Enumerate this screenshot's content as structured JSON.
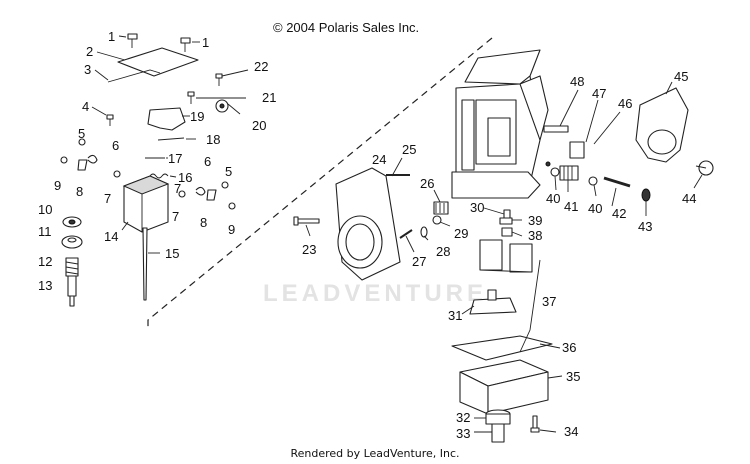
{
  "copyright": "© 2004 Polaris Sales Inc.",
  "footer": "Rendered by LeadVenture, Inc.",
  "watermark_text": "LEADVENTURE",
  "watermark_color": "#e3e3e3",
  "callouts": [
    {
      "id": "c1a",
      "text": "1"
    },
    {
      "id": "c1b",
      "text": "1"
    },
    {
      "id": "c2",
      "text": "2"
    },
    {
      "id": "c3",
      "text": "3"
    },
    {
      "id": "c4",
      "text": "4"
    },
    {
      "id": "c5a",
      "text": "5"
    },
    {
      "id": "c5b",
      "text": "5"
    },
    {
      "id": "c6a",
      "text": "6"
    },
    {
      "id": "c6b",
      "text": "6"
    },
    {
      "id": "c7a",
      "text": "7"
    },
    {
      "id": "c7b",
      "text": "7"
    },
    {
      "id": "c7c",
      "text": "7"
    },
    {
      "id": "c8a",
      "text": "8"
    },
    {
      "id": "c8b",
      "text": "8"
    },
    {
      "id": "c9a",
      "text": "9"
    },
    {
      "id": "c9b",
      "text": "9"
    },
    {
      "id": "c10",
      "text": "10"
    },
    {
      "id": "c11",
      "text": "11"
    },
    {
      "id": "c12",
      "text": "12"
    },
    {
      "id": "c13",
      "text": "13"
    },
    {
      "id": "c14",
      "text": "14"
    },
    {
      "id": "c15",
      "text": "15"
    },
    {
      "id": "c16",
      "text": "16"
    },
    {
      "id": "c17",
      "text": "17"
    },
    {
      "id": "c18",
      "text": "18"
    },
    {
      "id": "c19",
      "text": "19"
    },
    {
      "id": "c20",
      "text": "20"
    },
    {
      "id": "c21",
      "text": "21"
    },
    {
      "id": "c22",
      "text": "22"
    },
    {
      "id": "c23",
      "text": "23"
    },
    {
      "id": "c24",
      "text": "24"
    },
    {
      "id": "c25",
      "text": "25"
    },
    {
      "id": "c26",
      "text": "26"
    },
    {
      "id": "c27",
      "text": "27"
    },
    {
      "id": "c28",
      "text": "28"
    },
    {
      "id": "c29",
      "text": "29"
    },
    {
      "id": "c30",
      "text": "30"
    },
    {
      "id": "c31",
      "text": "31"
    },
    {
      "id": "c32",
      "text": "32"
    },
    {
      "id": "c33",
      "text": "33"
    },
    {
      "id": "c34",
      "text": "34"
    },
    {
      "id": "c35",
      "text": "35"
    },
    {
      "id": "c36",
      "text": "36"
    },
    {
      "id": "c37",
      "text": "37"
    },
    {
      "id": "c38",
      "text": "38"
    },
    {
      "id": "c39",
      "text": "39"
    },
    {
      "id": "c40a",
      "text": "40"
    },
    {
      "id": "c40b",
      "text": "40"
    },
    {
      "id": "c41",
      "text": "41"
    },
    {
      "id": "c42",
      "text": "42"
    },
    {
      "id": "c43",
      "text": "43"
    },
    {
      "id": "c44",
      "text": "44"
    },
    {
      "id": "c45",
      "text": "45"
    },
    {
      "id": "c46",
      "text": "46"
    },
    {
      "id": "c47",
      "text": "47"
    },
    {
      "id": "c48",
      "text": "48"
    }
  ]
}
